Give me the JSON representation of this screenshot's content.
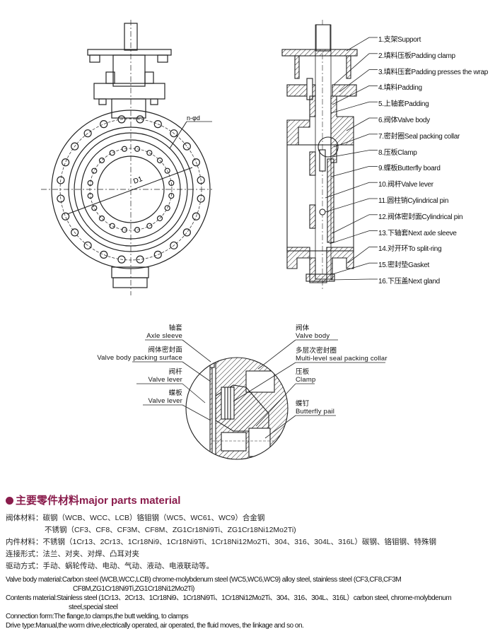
{
  "front_view": {
    "dim_holes": "n-φd",
    "dim_diameter": "D1"
  },
  "parts": [
    "1.支架Support",
    "2.填料压板Padding clamp",
    "3.填料压套Padding presses the wrap",
    "4.填料Padding",
    "5.上轴套Padding",
    "6.阀体Valve body",
    "7.密封圈Seal packing collar",
    "8.压板Clamp",
    "9.蝶板Butterfly board",
    "10.阀杆Valve lever",
    "11.圆柱销Cylindrical pin",
    "12.阀体密封面Cylindrical pin",
    "13.下轴套Next axle sleeve",
    "14.对开环To split-ring",
    "15.密封垫Gasket",
    "16.下压盖Next gland"
  ],
  "detail": {
    "left": [
      {
        "cn": "轴套",
        "en": "Axle sleeve"
      },
      {
        "cn": "阀体密封面",
        "en": "Valve body packing surface"
      },
      {
        "cn": "阀杆",
        "en": "Valve lever"
      },
      {
        "cn": "蝶板",
        "en": "Valve lever"
      }
    ],
    "right": [
      {
        "cn": "阀体",
        "en": "Valve body"
      },
      {
        "cn": "多层次密封圈",
        "en": "Multi-level seal packing collar"
      },
      {
        "cn": "压板",
        "en": "Clamp"
      },
      {
        "cn": "蝶钉",
        "en": "Butterfly pail"
      }
    ]
  },
  "materials": {
    "heading": "主要零件材料major parts material",
    "cn_lines": [
      "阀体材料：碳钢（WCB、WCC、LCB）铬钼钢（WC5、WC61、WC9）合金钢",
      "不锈钢（CF3、CF8、CF3M、CF8M、ZG1Cr18Ni9Ti、ZG1Cr18Ni12Mo2Ti)",
      "内件材料：不锈钢（1Cr13、2Cr13、1Cr18Ni9、1Cr18Ni9Ti、1Cr18Ni12Mo2Ti、304、316、304L、316L）碳钢、铬钼钢、特殊钢",
      "连接形式：法兰、对夹、对焊、凸耳对夹",
      "驱动方式：手动、蜗轮传动、电动、气动、液动、电液联动等。"
    ],
    "en_lines": [
      "Valve body material:Carbon steel (WCB,WCC,LCB) chrome-molybdenum steel (WC5,WC6,WC9) alloy steel, stainless steel (CF3,CF8,CF3M",
      "CF8M,ZG1Cr18Ni9Ti,ZG1Cr18Ni12Mo2Ti)",
      "Contents material:Stainless steel (1Cr13、2Cr13、1Cr18Ni9、1Cr18Ni9Ti、1Cr18Ni12Mo2Ti、304、316、304L、316L）carbon steel, chrome-molybdenum",
      "steel,special steel",
      "Connection form:The flange,to clamps,the butt welding, to clamps",
      "Drive type:Manual,the worm drive,electrically operated, air operated, the fluid moves, the linkage and so on."
    ]
  },
  "colors": {
    "accent": "#8a1c4c",
    "line": "#1a1a1a"
  }
}
